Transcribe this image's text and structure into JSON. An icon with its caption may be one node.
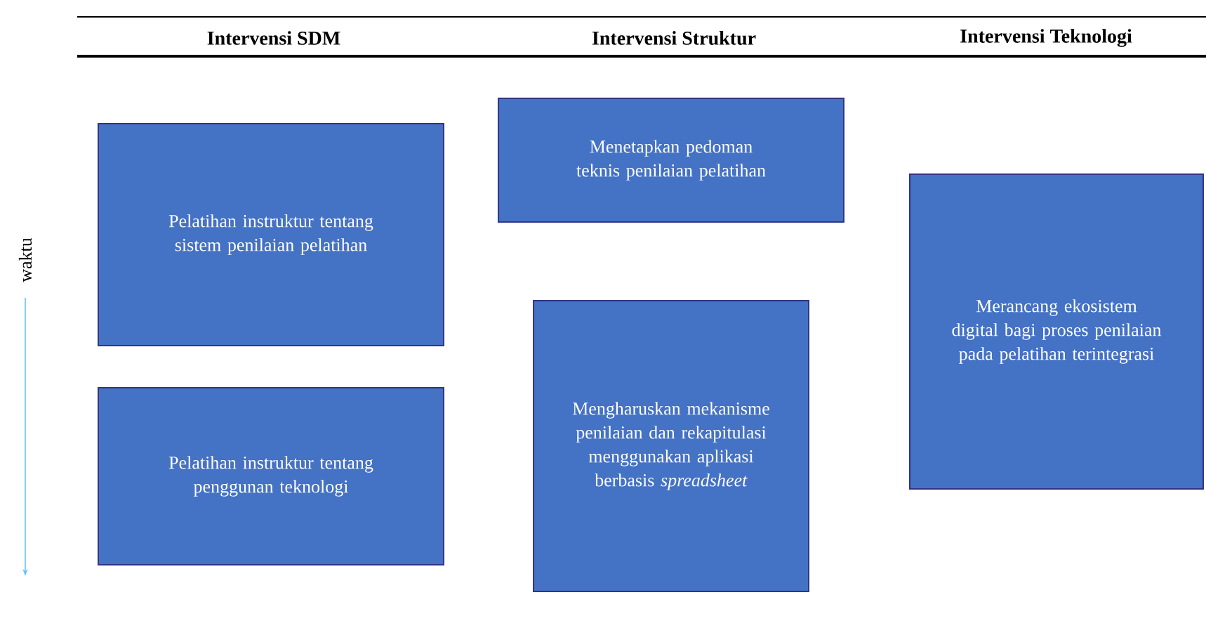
{
  "diagram": {
    "nodes": [
      {
        "text": [
          "Pelatihan instruktur tentang sistem penilaian pelatihan"
        ]
      },
      {
        "text": [
          "Pelatihan instruktur tentang penggunan teknologi"
        ]
      },
      {
        "text": [
          "Menetapkan pedoman teknis penilaian pelatihan"
        ]
      },
      {
        "text": [
          "Mengharuskan mekanisme penilaian dan rekapitulasi menggunakan aplikasi berbasis *spreadsheet*"
        ]
      },
      {
        "text": [
          "Merancang ekosistem digital bagi proses penilaian pada pelatihan terintegrasi"
        ]
      }
    ],
    "edges": [],
    "labels": [
      "Intervensi SDM",
      "Intervensi Struktur",
      "Intervensi Teknologi",
      "waktu"
    ]
  }
}
